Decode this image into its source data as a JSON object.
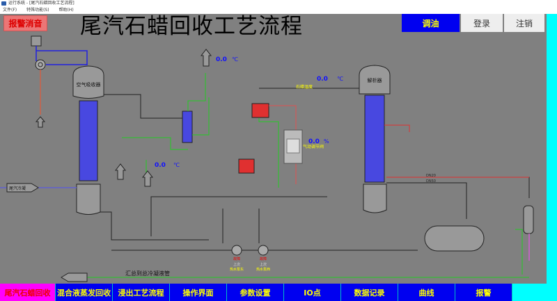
{
  "window": {
    "title": "运行系统 - [尾汽石蜡回收工艺流程]"
  },
  "menu": [
    "文件(F)",
    "特殊功能(S)",
    "帮助(H)"
  ],
  "header": {
    "title": "尾汽石蜡回收工艺流程",
    "alarm_silence": "报警消音",
    "oil_adjust": "调油",
    "login": "登录",
    "logout": "注销"
  },
  "diagram": {
    "absorber": "空气吸收器",
    "desorber": "解析器",
    "paraffin_temp_label": "石蜡温度",
    "valve_label": "气动调节阀",
    "tail_gas_in": "尾汽冷凝",
    "collect_label": "汇总到总冷凝液管",
    "pump_east": "热水泵东",
    "pump_west": "热水泵西",
    "fault": "故障",
    "pump_state": "上次",
    "dn20": "DN20",
    "dn50": "DN50",
    "readings": [
      {
        "value": "0.0",
        "unit": "℃"
      },
      {
        "value": "0.0",
        "unit": "℃"
      },
      {
        "value": "0.0",
        "unit": "℃"
      },
      {
        "value": "0.0",
        "unit": "%"
      }
    ]
  },
  "nav": [
    "尾汽石蜡回收",
    "混合液蒸发回收",
    "浸出工艺流程",
    "操作界面",
    "参数设置",
    "IO点",
    "数据记录",
    "曲线",
    "报警"
  ],
  "colors": {
    "canvas": "#808080",
    "nav_bg": "#0000f0",
    "nav_active": "#ff00ff",
    "accent": "#00ffff"
  }
}
